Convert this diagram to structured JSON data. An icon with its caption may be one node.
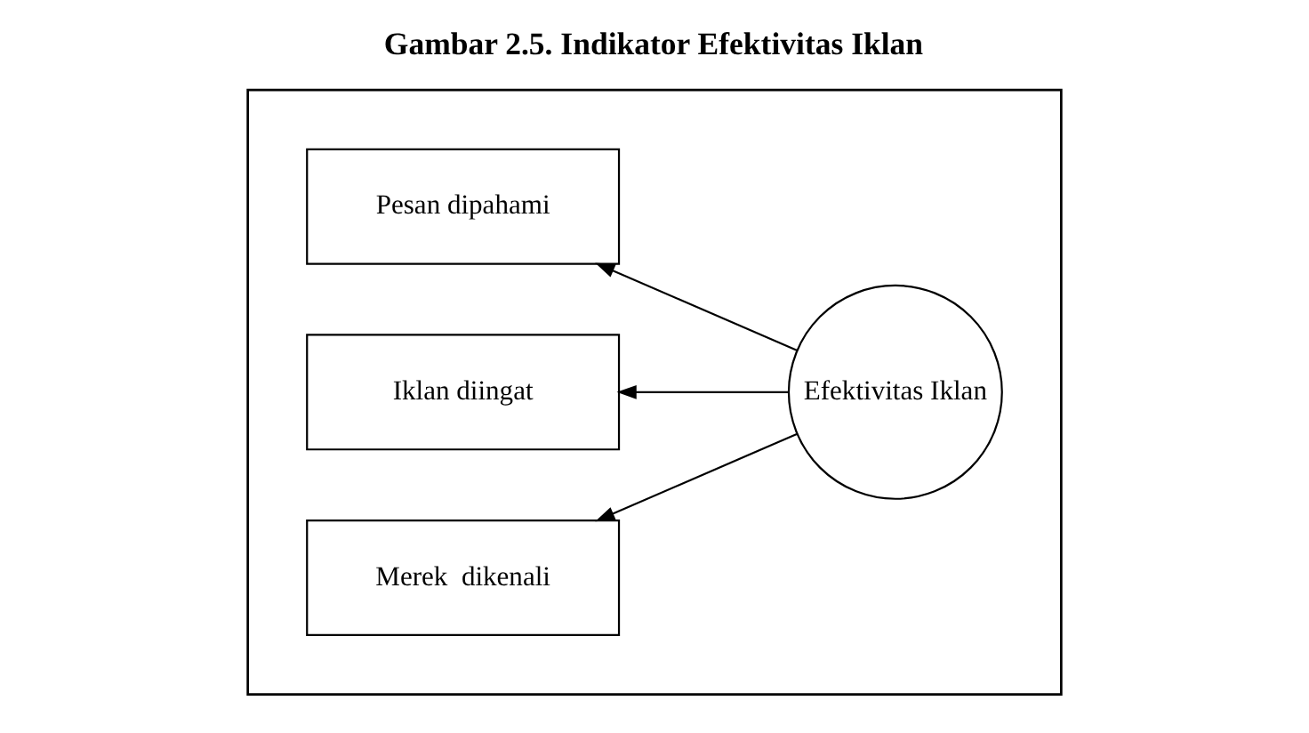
{
  "diagram": {
    "title": "Gambar 2.5. Indikator Efektivitas Iklan",
    "nodes": [
      {
        "text": [],
        "shape": "box"
      },
      {
        "text": [
          "Pesan dipahami"
        ],
        "in": 0
      },
      {
        "text": [
          "Iklan diingat"
        ],
        "in": 0
      },
      {
        "text": [
          "Merek  dikenali"
        ],
        "in": 0
      },
      {
        "text": [
          "Efektivitas Iklan"
        ],
        "in": 0
      }
    ],
    "edges": [
      {
        "from": 4,
        "to": 1,
        "arrow": "to"
      },
      {
        "from": 4,
        "to": 2,
        "arrow": "to"
      },
      {
        "from": 4,
        "to": 3,
        "arrow": "to"
      }
    ]
  }
}
